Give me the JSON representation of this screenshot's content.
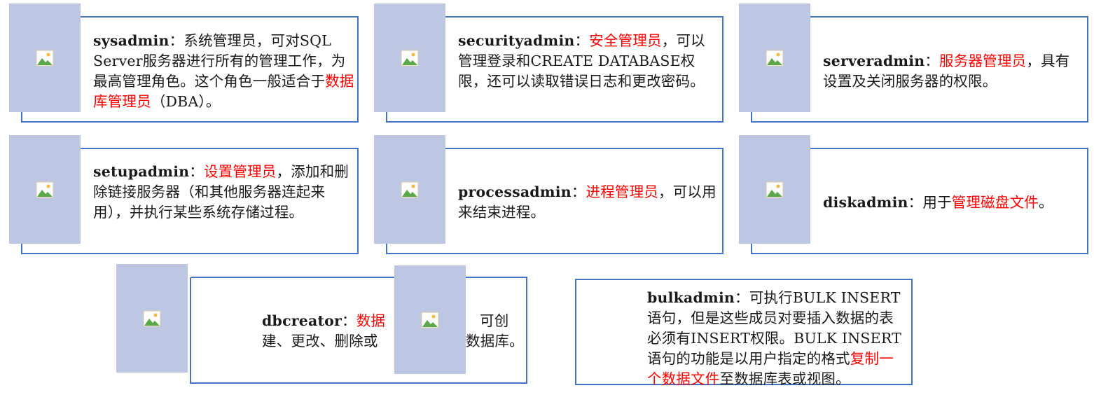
{
  "colors": {
    "border": "#4472c4",
    "thumb": "#bdc7e3",
    "highlight": "#ff0000"
  },
  "cards": [
    {
      "role": "sysadmin",
      "sep": "：",
      "pre": "系统管理员，可对SQL Server服务器进行所有的管理工作，为最高管理角色。这个角色一般适合于",
      "highlight": "数据库管理员",
      "post": "（DBA）。"
    },
    {
      "role": "securityadmin",
      "sep": "：",
      "pre": "",
      "highlight": "安全管理员",
      "post": "，可以管理登录和CREATE DATABASE权限，还可以读取错误日志和更改密码。"
    },
    {
      "role": "serveradmin",
      "sep": "：",
      "pre": "",
      "highlight": "服务器管理员",
      "post": "，具有设置及关闭服务器的权限。"
    },
    {
      "role": "setupadmin",
      "sep": "：",
      "pre": "",
      "highlight": "设置管理员",
      "post": "，添加和删除链接服务器（和其他服务器连起来用），并执行某些系统存储过程。"
    },
    {
      "role": "processadmin",
      "sep": "：",
      "pre": "",
      "highlight": "进程管理员",
      "post": "，可以用来结束进程。"
    },
    {
      "role": "diskadmin",
      "sep": "：",
      "pre": "用于",
      "highlight": "管理磁盘文件",
      "post": "。"
    },
    {
      "role": "dbcreator",
      "sep": "：",
      "line1_highlight": "数据",
      "line1_tail": "可创",
      "line2_head": "建、更改、删除或",
      "line2_tail": "数据库。"
    },
    {
      "role": "bulkadmin",
      "sep": "：",
      "pre": "可执行BULK INSERT语句，但是这些成员对要插入数据的表必须有INSERT权限。BULK INSERT语句的功能是以用户指定的格式",
      "highlight": "复制一个数据文件",
      "post": "至数据库表或视图。"
    }
  ],
  "icons": [
    "image-placeholder-icon"
  ]
}
